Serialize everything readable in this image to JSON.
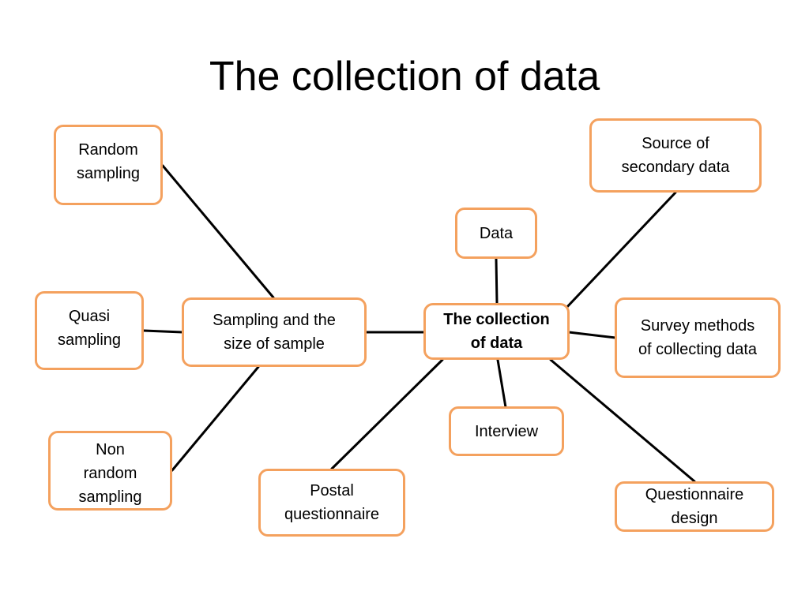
{
  "title": "The collection of data",
  "colors": {
    "border": "#f4a15e",
    "connector": "#000000",
    "text": "#000000"
  },
  "nodes": {
    "random_sampling": "Random\nsampling",
    "quasi_sampling": "Quasi\nsampling",
    "non_random_sampling": "Non\nrandom\nsampling",
    "sampling_size": "Sampling and the\nsize of sample",
    "central": "The collection\nof data",
    "data": "Data",
    "source_secondary": "Source of\nsecondary data",
    "survey_methods": "Survey methods\nof collecting data",
    "interview": "Interview",
    "postal_questionnaire": "Postal\nquestionnaire",
    "questionnaire_design": "Questionnaire\ndesign"
  }
}
